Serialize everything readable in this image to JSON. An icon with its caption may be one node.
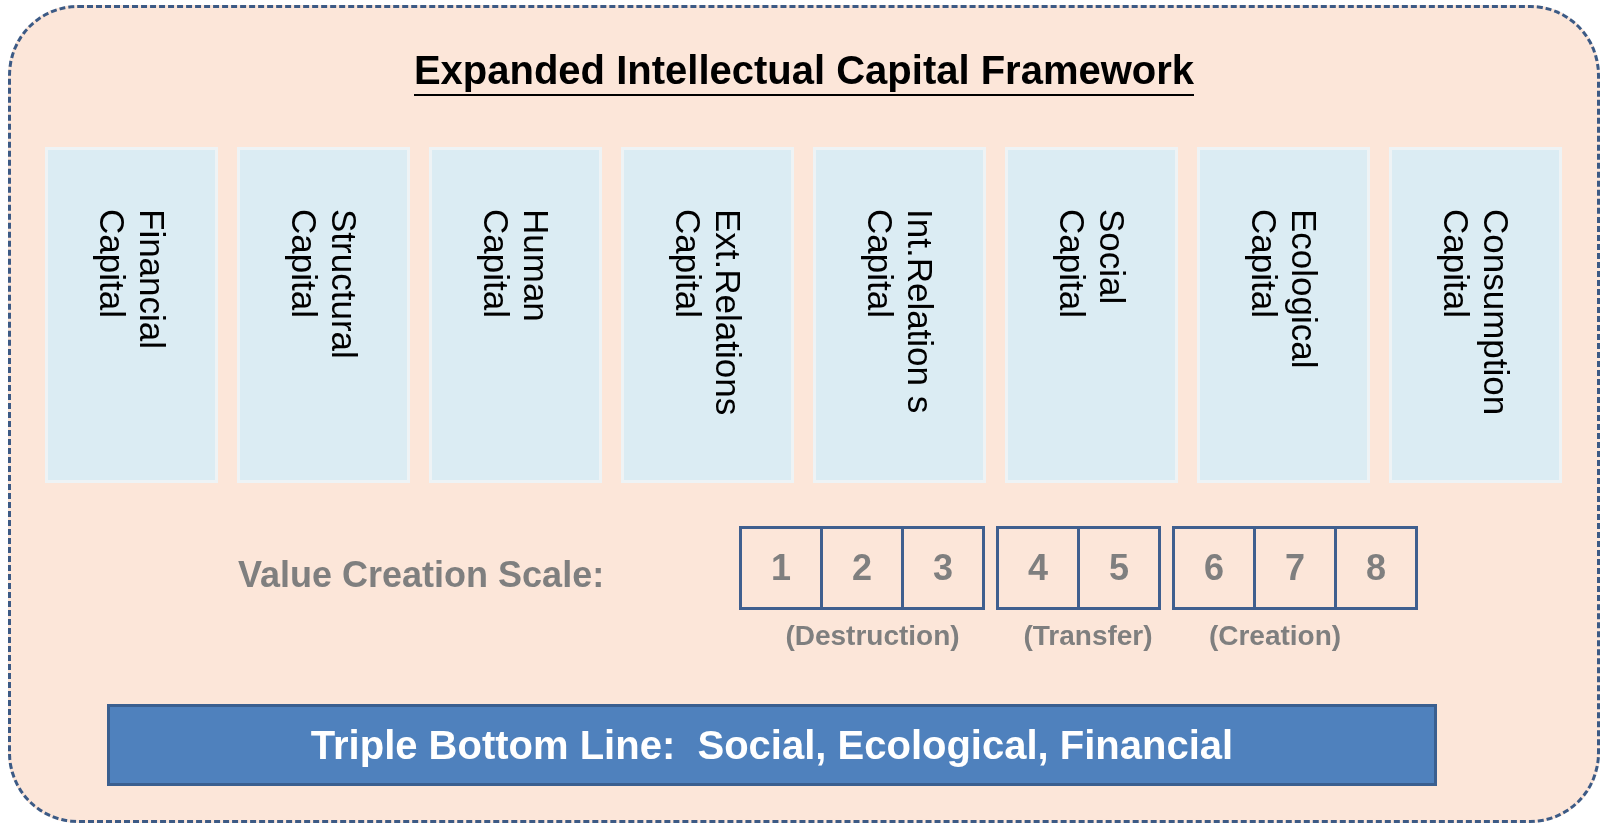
{
  "diagram": {
    "nodes": [
      {
        "text": [
          "Expanded Intellectual Capital Framework"
        ]
      },
      {
        "text": [
          "Financial Capital"
        ],
        "in": 0
      },
      {
        "text": [
          "Structural Capital"
        ],
        "in": 0
      },
      {
        "text": [
          "Human Capital"
        ],
        "in": 0
      },
      {
        "text": [
          "Ext.Relations Capital"
        ],
        "in": 0
      },
      {
        "text": [
          "Int.Relation s Capital"
        ],
        "in": 0
      },
      {
        "text": [
          "Social Capital"
        ],
        "in": 0
      },
      {
        "text": [
          "Ecological Capital"
        ],
        "in": 0
      },
      {
        "text": [
          "Consumption Capital"
        ],
        "in": 0
      },
      {
        "text": [
          "1"
        ],
        "in": 0
      },
      {
        "text": [
          "2"
        ],
        "in": 0
      },
      {
        "text": [
          "3"
        ],
        "in": 0
      },
      {
        "text": [
          "4"
        ],
        "in": 0
      },
      {
        "text": [
          "5"
        ],
        "in": 0
      },
      {
        "text": [
          "6"
        ],
        "in": 0
      },
      {
        "text": [
          "7"
        ],
        "in": 0
      },
      {
        "text": [
          "8"
        ],
        "in": 0
      },
      {
        "text": [
          "Triple Bottom Line:  Social, Ecological, Financial"
        ],
        "in": 0
      }
    ],
    "labels": [
      "Value Creation Scale:",
      "(Destruction)",
      "(Transfer)",
      "(Creation)"
    ]
  }
}
